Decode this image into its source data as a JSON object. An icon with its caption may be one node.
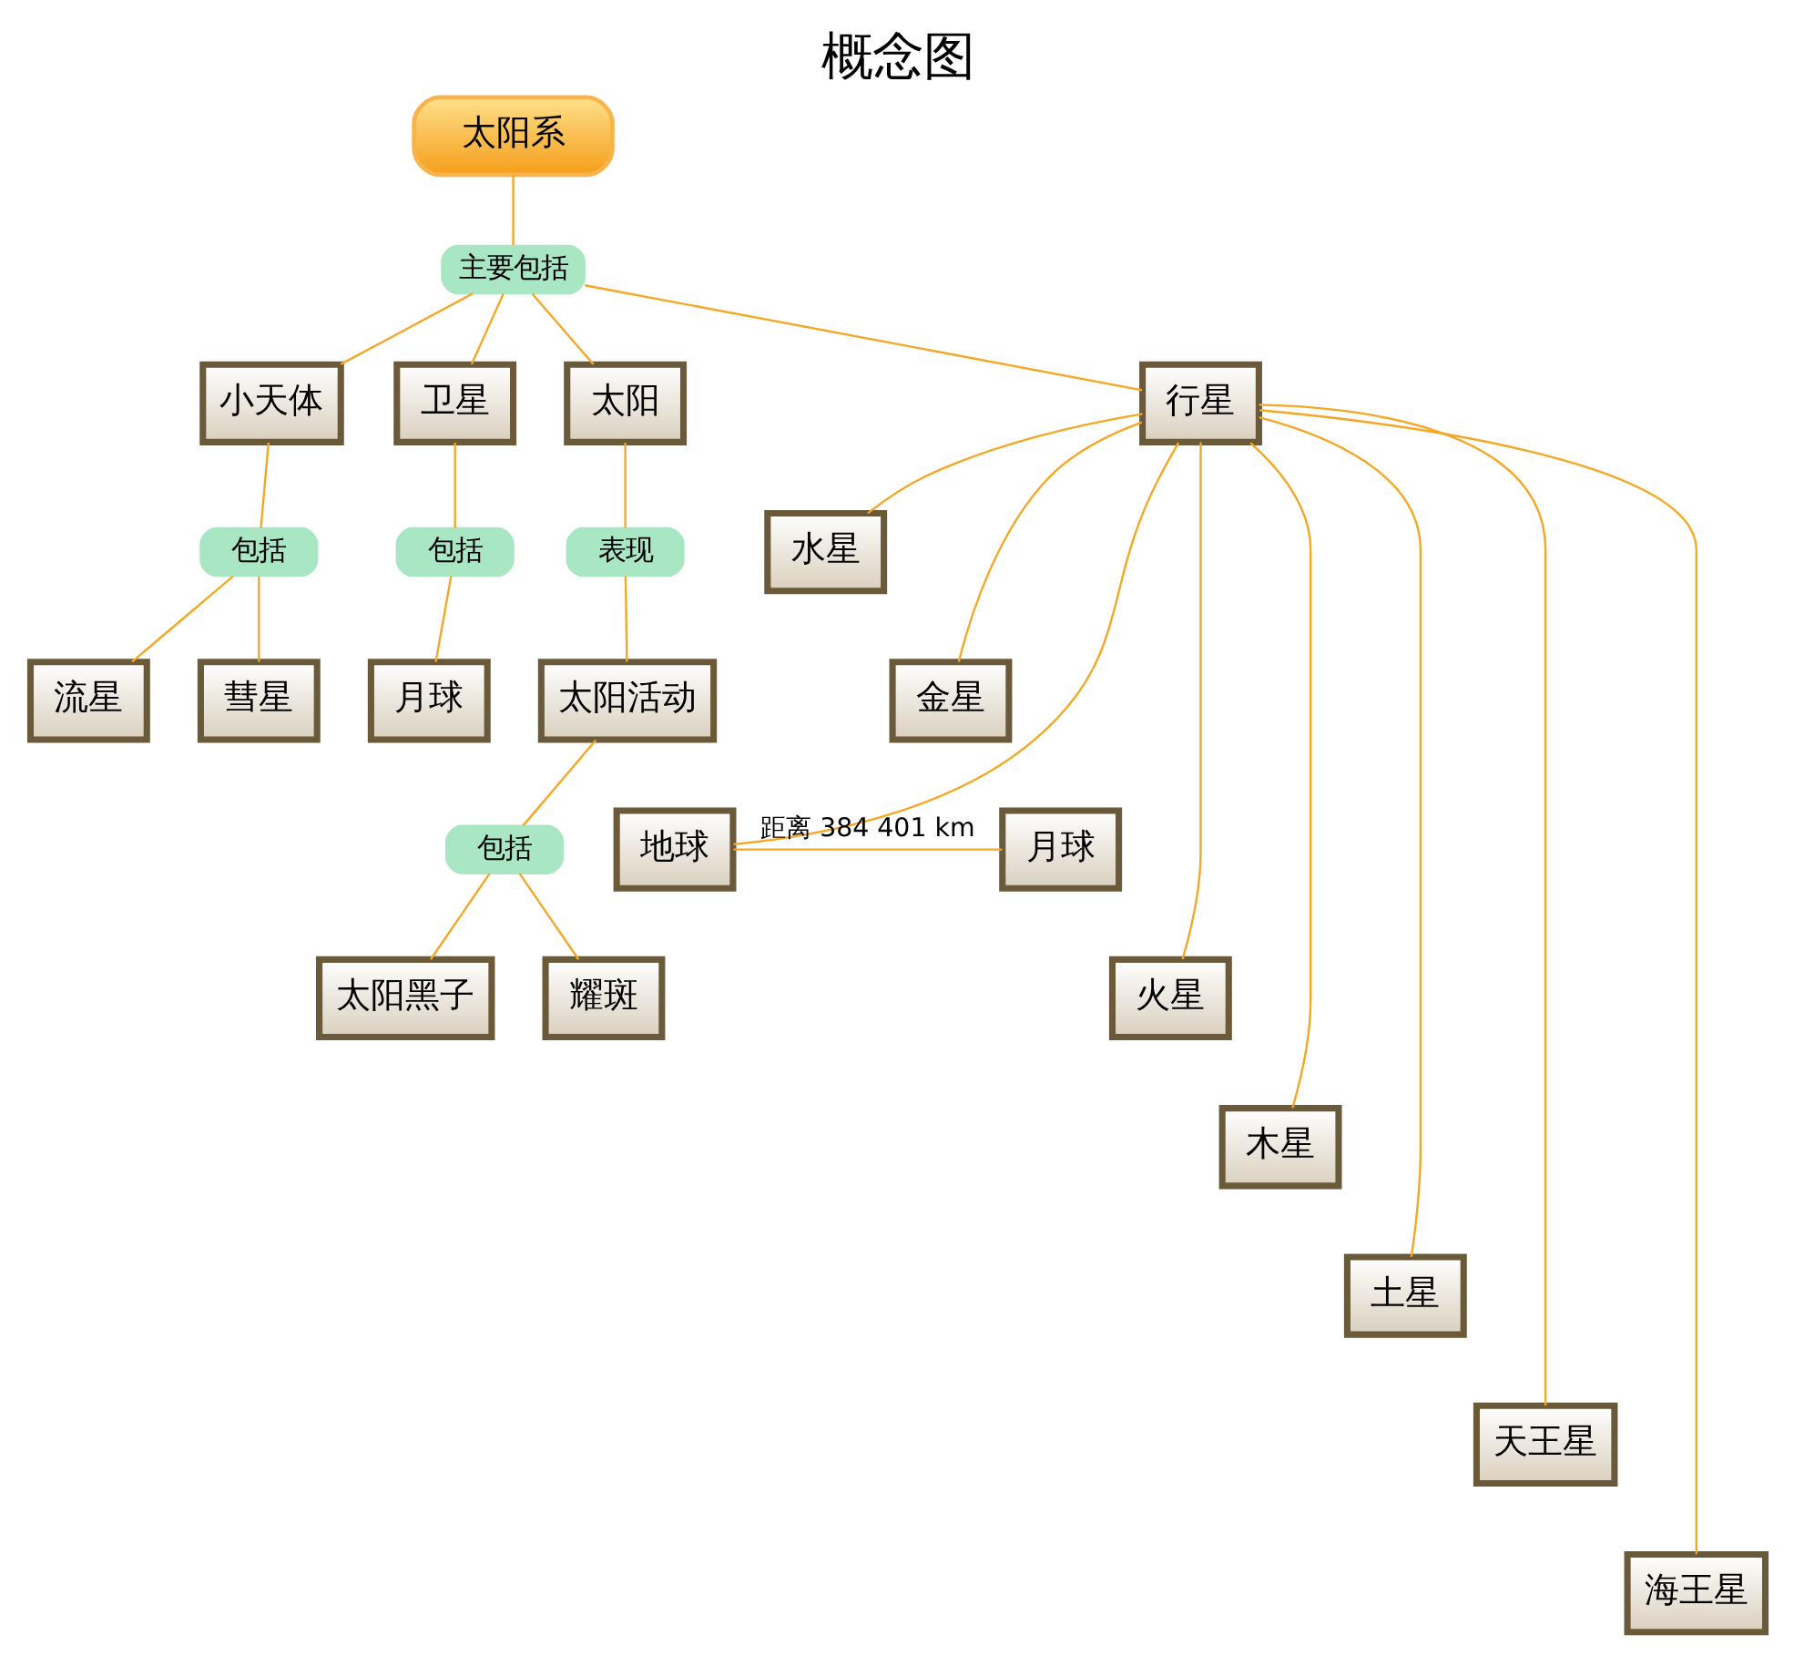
{
  "diagram": {
    "title": "概念图",
    "nodes": [
      {
        "text": [
          "太阳系"
        ]
      },
      {
        "text": [
          "主要包括"
        ]
      },
      {
        "text": [
          "小天体"
        ]
      },
      {
        "text": [
          "卫星"
        ]
      },
      {
        "text": [
          "太阳"
        ]
      },
      {
        "text": [
          "行星"
        ]
      },
      {
        "text": [
          "包括"
        ]
      },
      {
        "text": [
          "流星"
        ]
      },
      {
        "text": [
          "彗星"
        ]
      },
      {
        "text": [
          "包括"
        ]
      },
      {
        "text": [
          "月球"
        ]
      },
      {
        "text": [
          "表现"
        ]
      },
      {
        "text": [
          "太阳活动"
        ]
      },
      {
        "text": [
          "包括"
        ]
      },
      {
        "text": [
          "太阳黑子"
        ]
      },
      {
        "text": [
          "耀斑"
        ]
      },
      {
        "text": [
          "水星"
        ]
      },
      {
        "text": [
          "金星"
        ]
      },
      {
        "text": [
          "地球"
        ]
      },
      {
        "text": [
          "月球"
        ]
      },
      {
        "text": [
          "火星"
        ]
      },
      {
        "text": [
          "木星"
        ]
      },
      {
        "text": [
          "土星"
        ]
      },
      {
        "text": [
          "天王星"
        ]
      },
      {
        "text": [
          "海王星"
        ]
      }
    ],
    "edges": [
      {
        "from": 0,
        "to": 1,
        "arrow": "none"
      },
      {
        "from": 1,
        "to": 2,
        "arrow": "none"
      },
      {
        "from": 1,
        "to": 3,
        "arrow": "none"
      },
      {
        "from": 1,
        "to": 4,
        "arrow": "none"
      },
      {
        "from": 1,
        "to": 5,
        "arrow": "none"
      },
      {
        "from": 2,
        "to": 6,
        "arrow": "none"
      },
      {
        "from": 6,
        "to": 7,
        "arrow": "none"
      },
      {
        "from": 6,
        "to": 8,
        "arrow": "none"
      },
      {
        "from": 3,
        "to": 9,
        "arrow": "none"
      },
      {
        "from": 9,
        "to": 10,
        "arrow": "none"
      },
      {
        "from": 4,
        "to": 11,
        "arrow": "none"
      },
      {
        "from": 11,
        "to": 12,
        "arrow": "none"
      },
      {
        "from": 12,
        "to": 13,
        "arrow": "none"
      },
      {
        "from": 13,
        "to": 14,
        "arrow": "none"
      },
      {
        "from": 13,
        "to": 15,
        "arrow": "none"
      },
      {
        "from": 5,
        "to": 16,
        "arrow": "none"
      },
      {
        "from": 5,
        "to": 17,
        "arrow": "none"
      },
      {
        "from": 5,
        "to": 18,
        "arrow": "none"
      },
      {
        "from": 5,
        "to": 20,
        "arrow": "none"
      },
      {
        "from": 5,
        "to": 21,
        "arrow": "none"
      },
      {
        "from": 5,
        "to": 22,
        "arrow": "none"
      },
      {
        "from": 5,
        "to": 23,
        "arrow": "none"
      },
      {
        "from": 5,
        "to": 24,
        "arrow": "none"
      },
      {
        "from": 18,
        "to": 19,
        "label": "距离 384 401 km",
        "arrow": "none"
      }
    ]
  }
}
